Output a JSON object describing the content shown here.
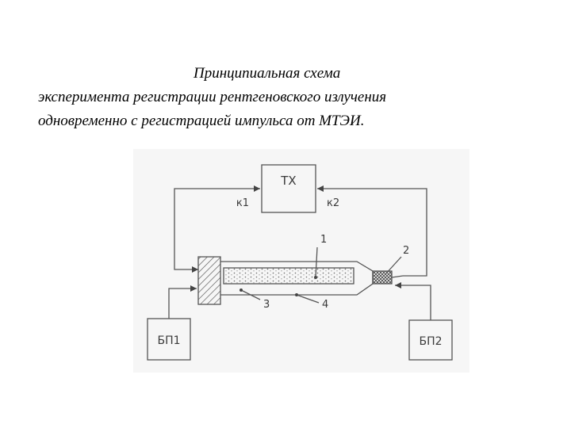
{
  "caption": {
    "line1": "Принципиальная схема",
    "line2": "эксперимента регистрации рентгеновского излучения",
    "line3": "одновременно с регистрацией импульса от МТЭИ."
  },
  "diagram": {
    "tx_label": "ТХ",
    "k1_label": "к1",
    "k2_label": "к2",
    "bp1_label": "БП1",
    "bp2_label": "БП2",
    "n1": "1",
    "n2": "2",
    "n3": "3",
    "n4": "4"
  }
}
